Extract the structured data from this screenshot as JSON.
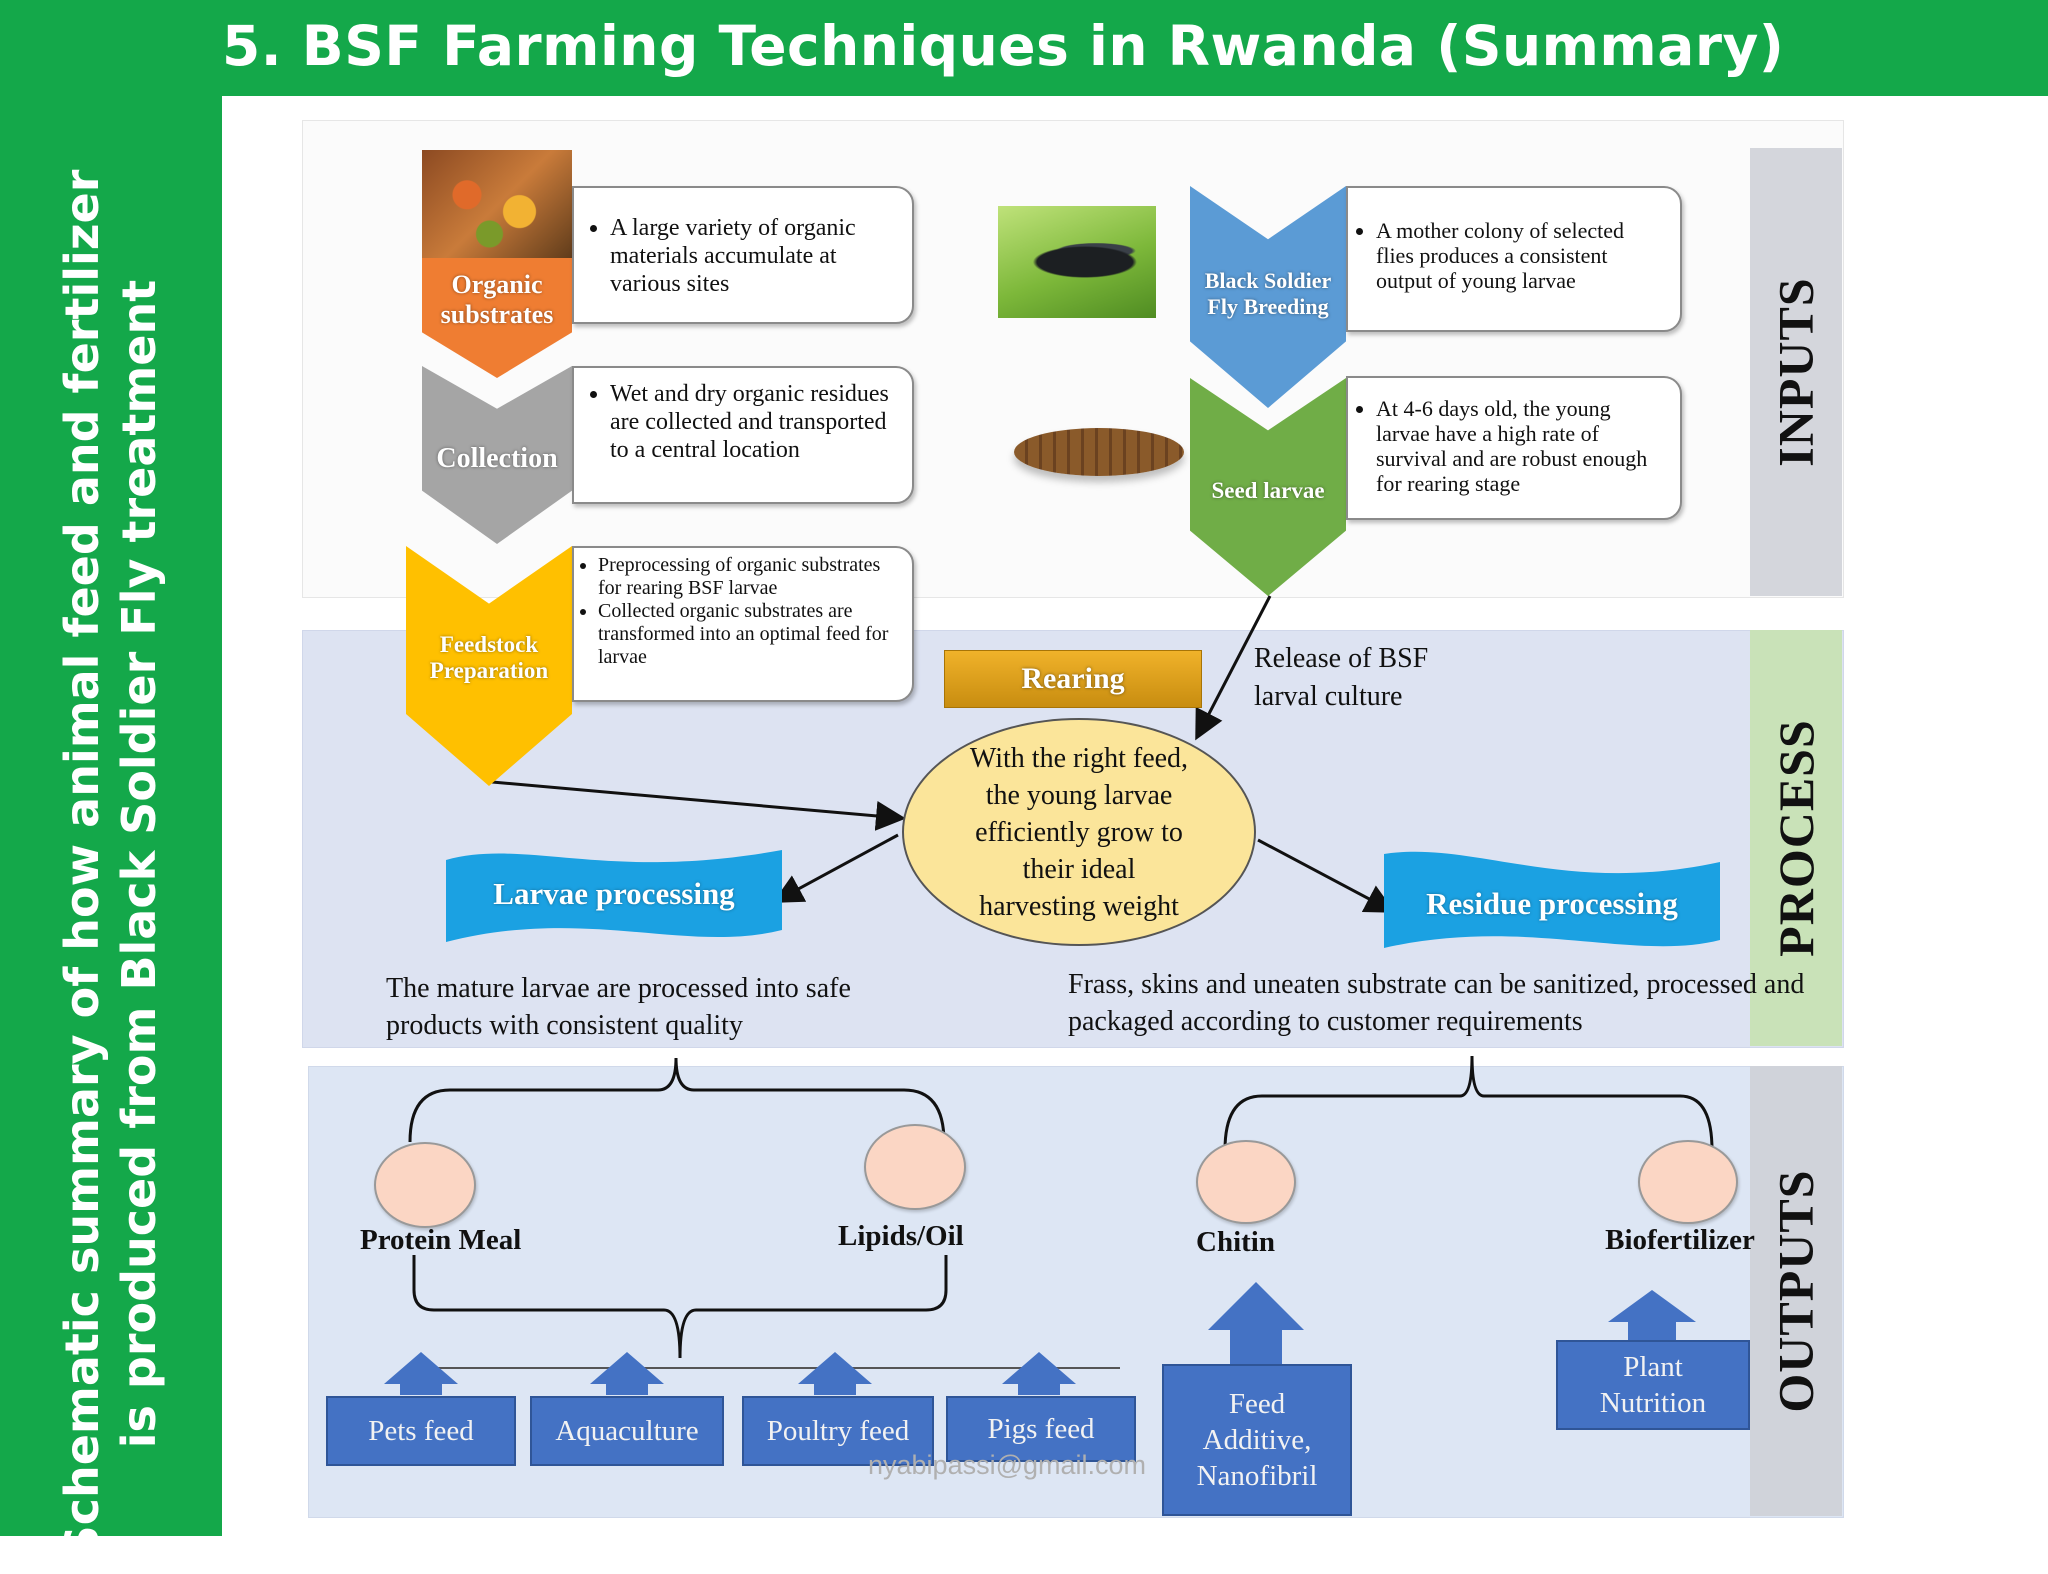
{
  "slide": {
    "title": "5. BSF Farming Techniques in Rwanda (Summary)",
    "sidebar_text": "Schematic summary of how animal feed and fertilizer is produced from Black Soldier Fly treatment",
    "watermark": "nyabipassi@gmail.com"
  },
  "sections": {
    "inputs": "INPUTS",
    "process": "PROCESS",
    "outputs": "OUTPUTS"
  },
  "inputs": {
    "organic_substrates": {
      "label": "Organic substrates",
      "desc": "A large variety of organic materials accumulate at various sites"
    },
    "collection": {
      "label": "Collection",
      "desc": "Wet and dry organic residues are collected and transported to a central location"
    },
    "feedstock": {
      "label": "Feedstock Preparation",
      "desc1": "Preprocessing of organic substrates for rearing BSF larvae",
      "desc2": "Collected organic substrates are transformed into an optimal feed for larvae"
    },
    "breeding": {
      "label": "Black Soldier Fly Breeding",
      "desc": "A mother colony of selected flies produces a consistent output of young larvae"
    },
    "seed_larvae": {
      "label": "Seed larvae",
      "desc": "At 4-6 days old, the young larvae have a high rate of survival and are robust enough for rearing stage"
    }
  },
  "process": {
    "release_label": "Release of BSF larval culture",
    "rearing_label": "Rearing",
    "rearing_desc": "With the right feed, the young larvae efficiently grow to their ideal harvesting weight",
    "larvae_processing": "Larvae processing",
    "larvae_desc": "The mature larvae are processed into safe products with consistent quality",
    "residue_processing": "Residue processing",
    "residue_desc": "Frass, skins and uneaten substrate can be sanitized, processed and packaged according to customer requirements"
  },
  "outputs": {
    "protein_meal": "Protein Meal",
    "lipids_oil": "Lipids/Oil",
    "chitin": "Chitin",
    "biofertilizer": "Biofertilizer",
    "pets_feed": "Pets feed",
    "aquaculture": "Aquaculture",
    "poultry_feed": "Poultry feed",
    "pigs_feed": "Pigs feed",
    "feed_additive": "Feed Additive, Nanofibril",
    "plant_nutrition": "Plant Nutrition"
  },
  "colors": {
    "green": "#14a84a",
    "orange": "#ef7d32",
    "gray": "#a5a5a5",
    "yellow": "#ffc000",
    "blue": "#5b9bd5",
    "leaf_green": "#70ad47",
    "output_blue": "#4472c4",
    "cyan_banner": "#1ba1e2"
  }
}
